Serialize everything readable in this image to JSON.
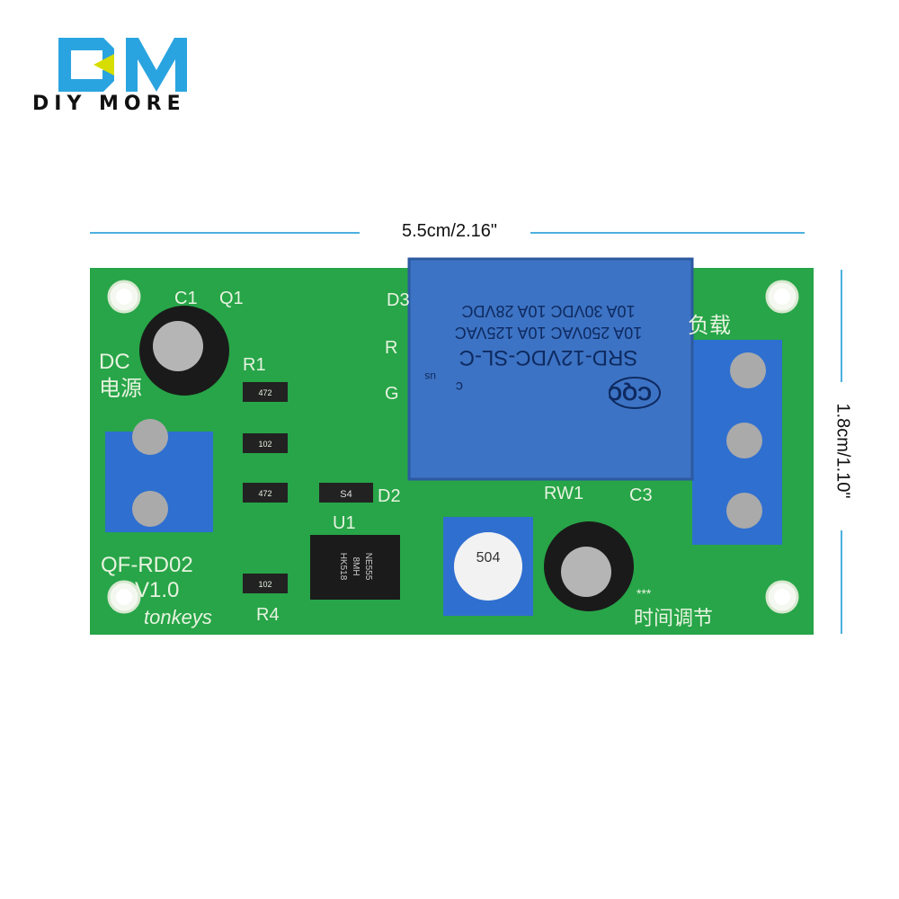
{
  "logo": {
    "mark": "DM",
    "brand": "DIY MORE",
    "colors": {
      "blue": "#2aa4e0",
      "yellow": "#d7dd00"
    }
  },
  "dimensions": {
    "width": "5.5cm/2.16\"",
    "height": "1.8cm/1.10\""
  },
  "colors": {
    "board": "#27a548",
    "silk": "#e8f3e0",
    "relay": "#3d73c4",
    "terminal": "#2f6fd0",
    "dimension_line": "#4cb0e0"
  },
  "board": {
    "model": "QF-RD02",
    "version": "V1.0",
    "maker": "tonkeys",
    "power_label": "DC",
    "power_label_cn": "电源",
    "load_label_cn": "负载",
    "time_adjust_cn": "时间调节",
    "stars": "***",
    "refs": {
      "c1": "C1",
      "q1": "Q1",
      "d3": "D3",
      "r": "R",
      "g": "G",
      "r1": "R1",
      "d2": "D2",
      "u1": "U1",
      "r4": "R4",
      "rw1": "RW1",
      "c3": "C3"
    },
    "resistors": [
      "472",
      "102",
      "472",
      "102"
    ],
    "pot": "504",
    "diode": "S4",
    "ic": [
      "NE555",
      "8MH",
      "HK518"
    ],
    "relay": {
      "model": "SRD-12VDC-SL-C",
      "ratings": [
        "10A 250VAC  10A 125VAC",
        "10A 30VDC  10A 28VDC"
      ],
      "cert": [
        "c",
        "us",
        "CQC"
      ]
    }
  }
}
